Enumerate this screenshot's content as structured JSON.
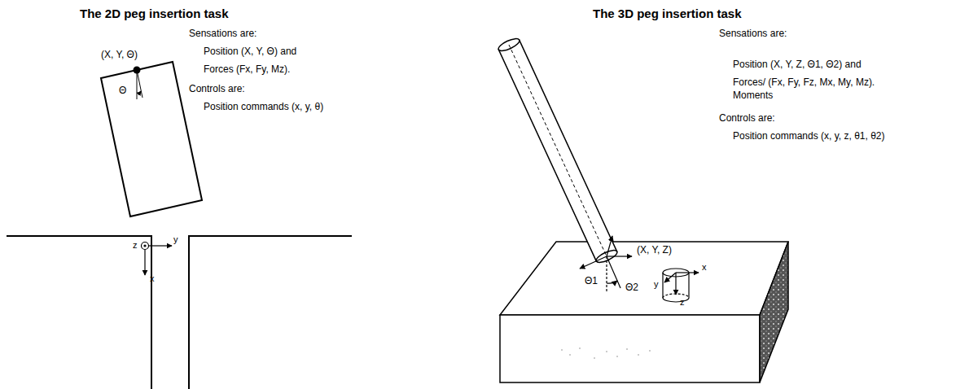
{
  "diagram": {
    "labels": [
      "The 2D peg insertion task",
      "(X, Y, Θ)",
      "Θ",
      "Sensations are:",
      "Position (X, Y, Θ) and",
      "Forces (Fx, Fy, Mz).",
      "Controls are:",
      "Position commands (x, y, θ)",
      "z",
      "y",
      "x",
      "The 3D peg insertion task",
      "Sensations are:",
      "Position (X, Y, Z, Θ1, Θ2) and",
      "Forces/ (Fx, Fy, Fz, Mx, My, Mz).",
      "Moments",
      "Controls are:",
      "Position commands (x, y, z, θ1, θ2)",
      "(X, Y, Z)",
      "Θ1",
      "Θ2",
      "x",
      "y",
      "z"
    ]
  }
}
